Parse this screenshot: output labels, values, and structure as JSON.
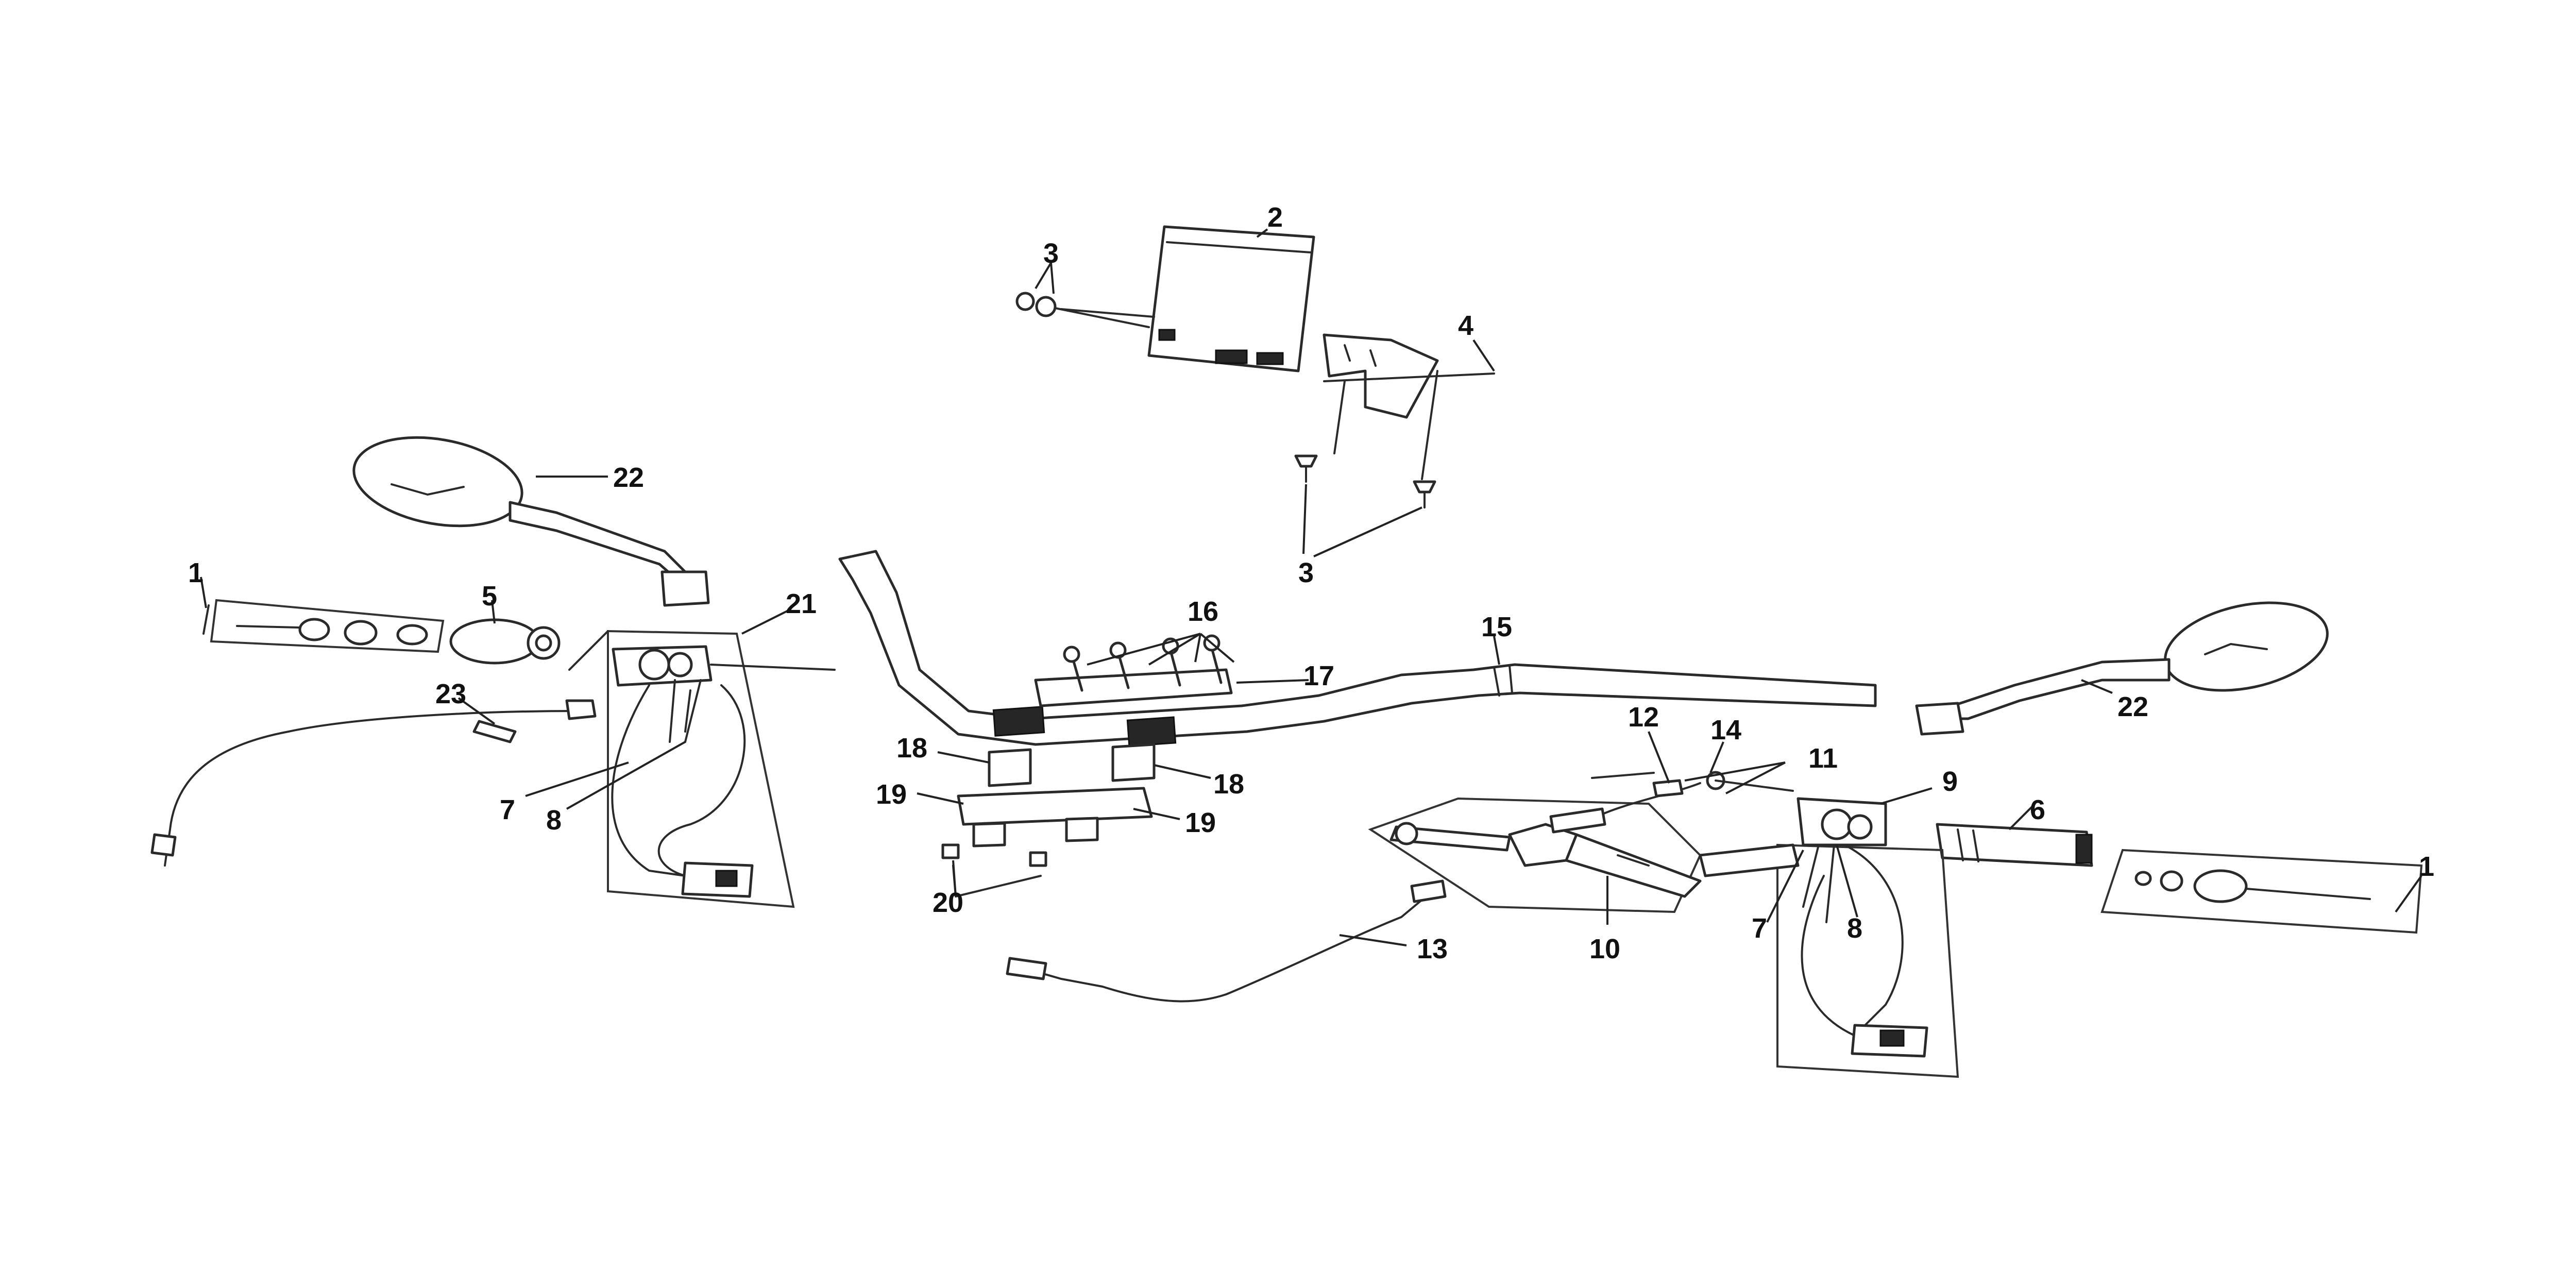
{
  "diagram": {
    "type": "exploded-parts-diagram",
    "colors": {
      "line": "#2a2a2a",
      "text": "#111111",
      "background": "#ffffff",
      "rubber": "#262626"
    },
    "callouts": [
      {
        "id": "c1-left",
        "label": "1"
      },
      {
        "id": "c1-right",
        "label": "1"
      },
      {
        "id": "c2",
        "label": "2"
      },
      {
        "id": "c3-top",
        "label": "3"
      },
      {
        "id": "c3-bottom",
        "label": "3"
      },
      {
        "id": "c4",
        "label": "4"
      },
      {
        "id": "c5",
        "label": "5"
      },
      {
        "id": "c6",
        "label": "6"
      },
      {
        "id": "c7-left",
        "label": "7"
      },
      {
        "id": "c7-right",
        "label": "7"
      },
      {
        "id": "c8-left",
        "label": "8"
      },
      {
        "id": "c8-right",
        "label": "8"
      },
      {
        "id": "c9",
        "label": "9"
      },
      {
        "id": "c10",
        "label": "10"
      },
      {
        "id": "c11",
        "label": "11"
      },
      {
        "id": "c12",
        "label": "12"
      },
      {
        "id": "c13",
        "label": "13"
      },
      {
        "id": "c14",
        "label": "14"
      },
      {
        "id": "c15",
        "label": "15"
      },
      {
        "id": "c16",
        "label": "16"
      },
      {
        "id": "c17",
        "label": "17"
      },
      {
        "id": "c18-left",
        "label": "18"
      },
      {
        "id": "c18-right",
        "label": "18"
      },
      {
        "id": "c19-left",
        "label": "19"
      },
      {
        "id": "c19-right",
        "label": "19"
      },
      {
        "id": "c20",
        "label": "20"
      },
      {
        "id": "c21",
        "label": "21"
      },
      {
        "id": "c22-left",
        "label": "22"
      },
      {
        "id": "c22-right",
        "label": "22"
      },
      {
        "id": "c23",
        "label": "23"
      }
    ]
  }
}
